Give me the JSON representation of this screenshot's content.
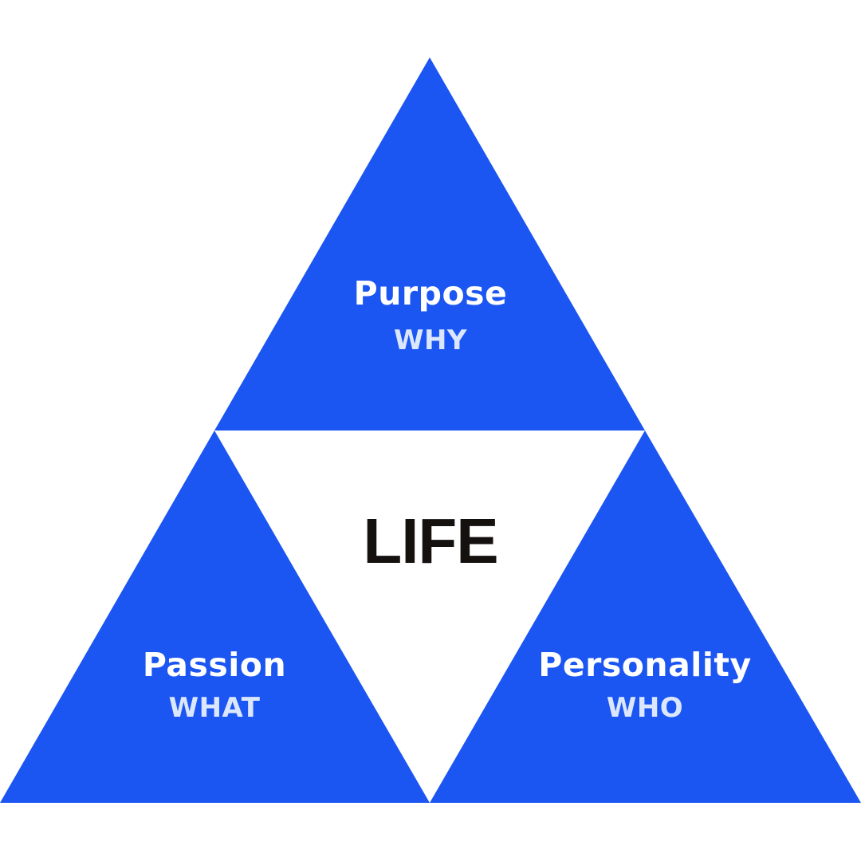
{
  "colors": {
    "background": "#ffffff",
    "triangle": "#1b55f2",
    "title_text": "#ffffff",
    "subtitle_text": "#dbe6ff",
    "center_text": "#14110f"
  },
  "center": {
    "label": "LIFE"
  },
  "sections": [
    {
      "title": "Purpose",
      "subtitle": "WHY"
    },
    {
      "title": "Passion",
      "subtitle": "WHAT"
    },
    {
      "title": "Personality",
      "subtitle": "WHO"
    }
  ]
}
